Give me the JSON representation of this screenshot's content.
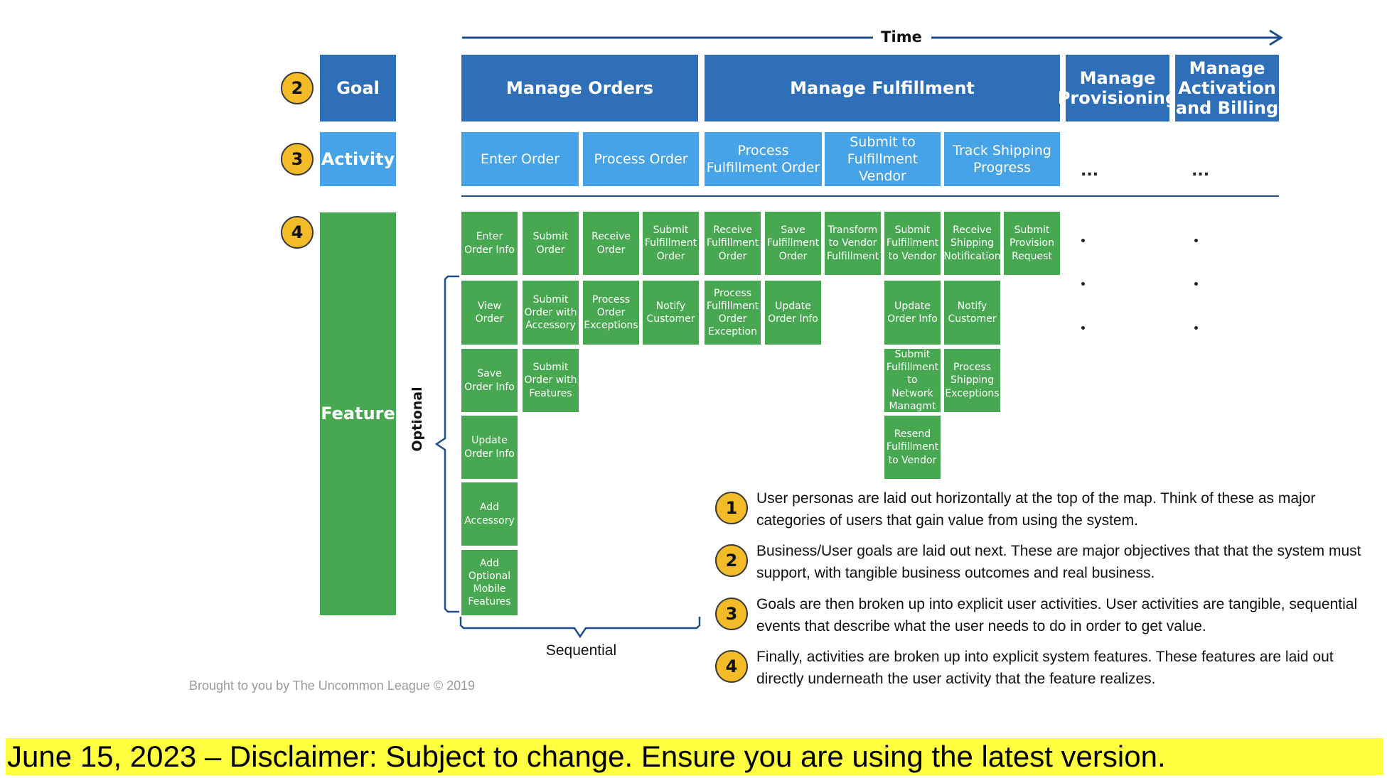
{
  "time_label": "Time",
  "row_labels": {
    "goal": "Goal",
    "activity": "Activity",
    "feature": "Feature"
  },
  "row_badges": {
    "goal": "2",
    "activity": "3",
    "feature": "4"
  },
  "goals": [
    "Manage Orders",
    "Manage Fulfillment",
    "Manage Provisioning",
    "Manage Activation and Billing"
  ],
  "activities": [
    "Enter Order",
    "Process Order",
    "Process Fulfillment Order",
    "Submit to Fulfillment Vendor",
    "Track Shipping Progress"
  ],
  "ellipsis": "...",
  "features": {
    "enter_order_info": "Enter Order Info",
    "submit_order": "Submit Order",
    "receive_order": "Receive Order",
    "submit_fulfillment_order": "Submit Fulfillment Order",
    "receive_fulfillment_order": "Receive Fulfillment Order",
    "save_fulfillment_order": "Save Fulfillment Order",
    "transform_to_vendor_fulfillment": "Transform to Vendor Fulfillment",
    "submit_fulfillment_to_vendor": "Submit Fulfillment to Vendor",
    "receive_shipping_notification": "Receive Shipping Notification",
    "submit_provision_request": "Submit Provision Request",
    "view_order": "View Order",
    "submit_order_with_accessory": "Submit Order with Accessory",
    "process_order_exceptions": "Process Order Exceptions",
    "notify_customer_1": "Notify Customer",
    "process_fulfillment_order_exception": "Process Fulfillment Order Exception",
    "update_order_info_1": "Update Order Info",
    "update_order_info_2": "Update Order Info",
    "notify_customer_2": "Notify Customer",
    "save_order_info": "Save Order Info",
    "submit_order_with_features": "Submit Order with Features",
    "submit_fulfillment_to_network_managmt": "Submit Fulfillment to Network Managmt",
    "process_shipping_exceptions": "Process Shipping Exceptions",
    "update_order_info_3": "Update Order Info",
    "resend_fulfillment_to_vendor": "Resend Fulfillment to Vendor",
    "add_accessory": "Add Accessory",
    "add_optional_mobile_features": "Add Optional Mobile Features"
  },
  "optional_label": "Optional",
  "sequential_label": "Sequential",
  "credit": "Brought to you by The Uncommon League © 2019",
  "legend": [
    {
      "num": "1",
      "text": "User personas are laid out horizontally at the top of the map. Think of these as major categories of users that gain value from using the system."
    },
    {
      "num": "2",
      "text": "Business/User goals are laid out next. These are major objectives that that the system must support, with tangible business outcomes and real business."
    },
    {
      "num": "3",
      "text": "Goals are then broken up into explicit user activities. User activities are tangible, sequential events that describe what the user needs to do in order to get value."
    },
    {
      "num": "4",
      "text": "Finally, activities are broken up into explicit system features. These features are laid out directly underneath the user activity that the feature realizes."
    }
  ],
  "disclaimer": "June 15, 2023 – Disclaimer: Subject to change. Ensure you are using the latest version.",
  "colors": {
    "goal": "#2e6fb7",
    "activity": "#46a3e8",
    "feature": "#48a852",
    "badge": "#f3bb27",
    "line": "#1f4e8c",
    "disclaimer_bg": "#ffff3f"
  }
}
